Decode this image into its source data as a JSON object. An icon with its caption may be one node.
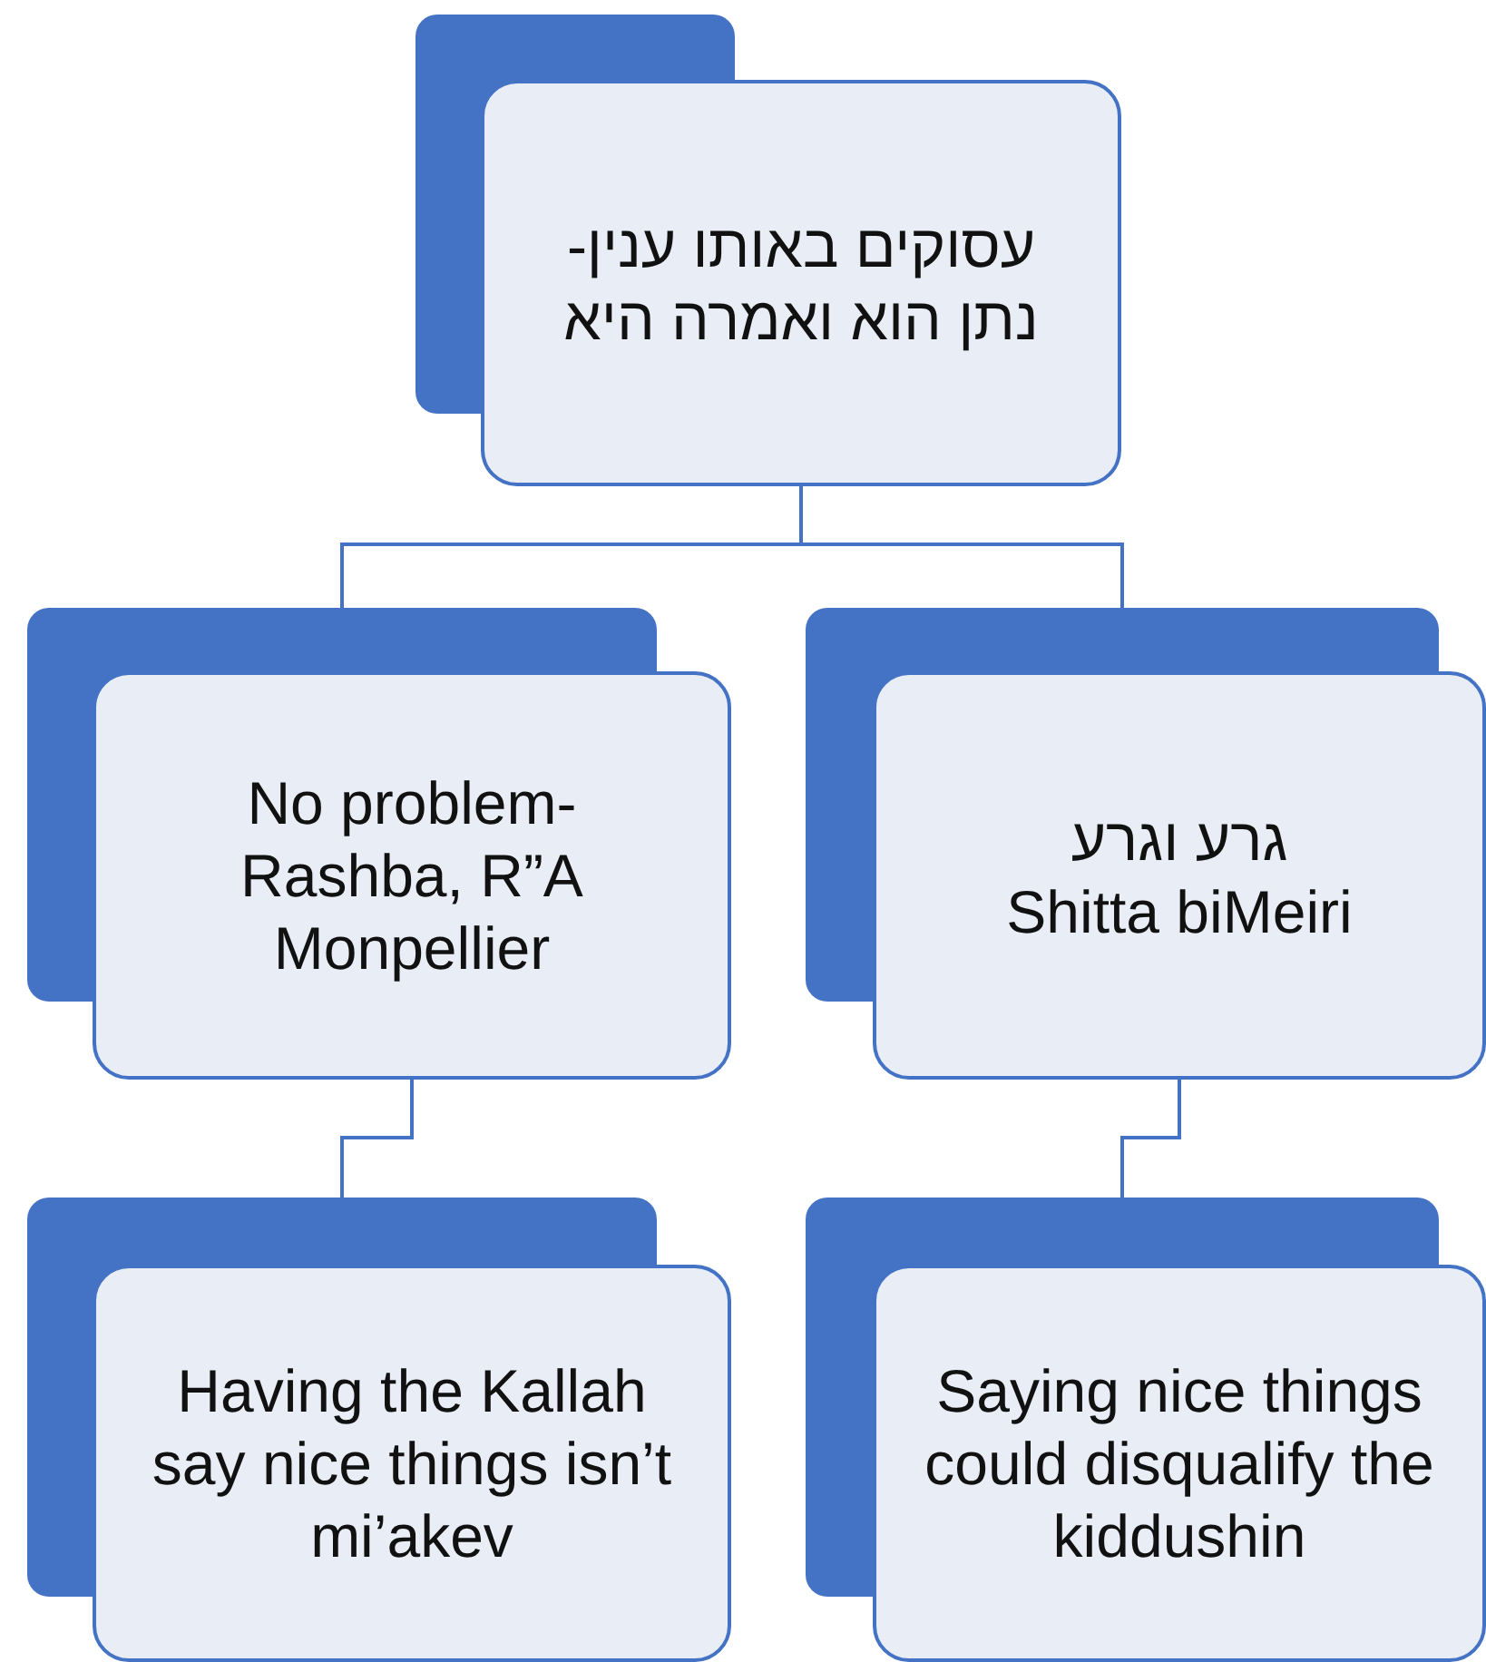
{
  "diagram": {
    "nodes": [
      {
        "text": [
          "עסוקים באותו ענין- נתן הוא ואמרה היא"
        ]
      },
      {
        "text": [
          "No problem- Rashba, R”A Monpellier"
        ]
      },
      {
        "text": [
          "גרע וגרע",
          "Shitta biMeiri"
        ]
      },
      {
        "text": [
          "Having the Kallah say nice things isn’t mi’akev"
        ]
      },
      {
        "text": [
          "Saying nice things could disqualify the kiddushin"
        ]
      }
    ],
    "edges": [
      {
        "from": 0,
        "to": 1,
        "arrow": "none"
      },
      {
        "from": 0,
        "to": 2,
        "arrow": "none"
      },
      {
        "from": 1,
        "to": 3,
        "arrow": "none"
      },
      {
        "from": 2,
        "to": 4,
        "arrow": "none"
      }
    ]
  }
}
